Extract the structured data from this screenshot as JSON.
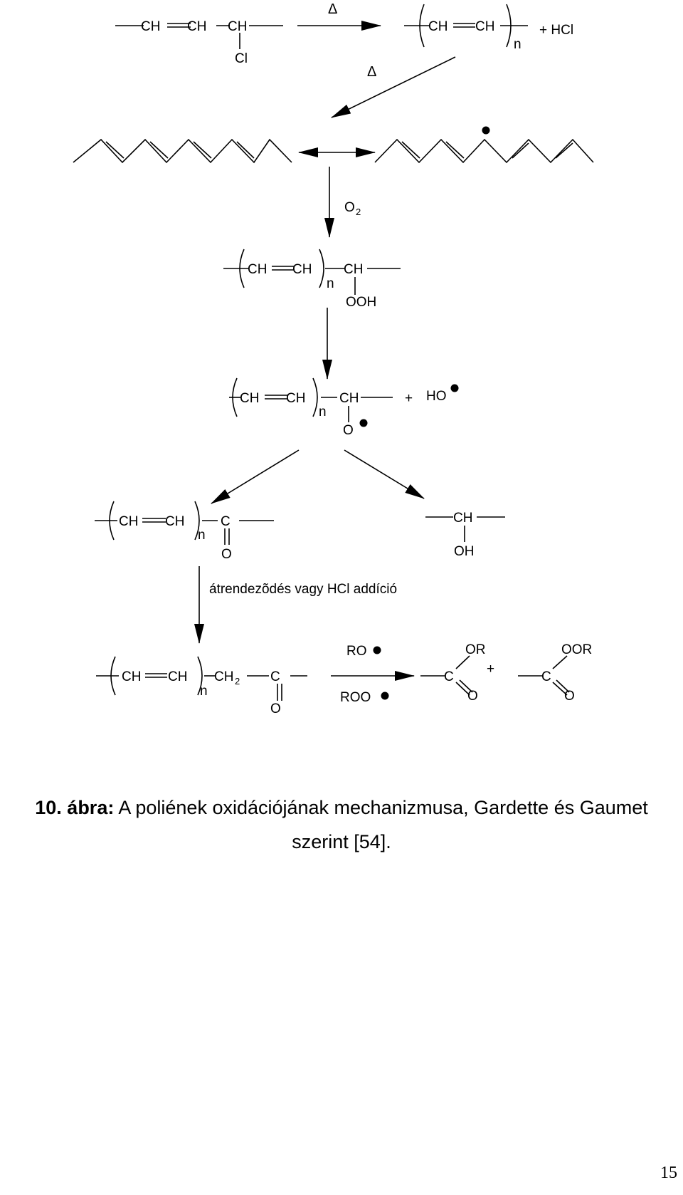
{
  "scheme": {
    "ch": "CH",
    "c": "C",
    "cl": "Cl",
    "o": "O",
    "n": "n",
    "two": "2",
    "delta": "Δ",
    "plus": "+",
    "hcl_product": "+ HCl",
    "o2": "O",
    "ooh": "OOH",
    "ho": "HO",
    "oh": "OH",
    "rearrangement_label": "átrendezõdés vagy HCl addíció",
    "ro": "RO",
    "roo": "ROO",
    "or": "OR",
    "oor": "OOR"
  },
  "caption": {
    "number": "10.",
    "label": "ábra:",
    "text_line1": "A poliének oxidációjának mechanizmusa, Gardette és Gaumet",
    "text_line2": "szerint [54]."
  },
  "page_number": "15"
}
